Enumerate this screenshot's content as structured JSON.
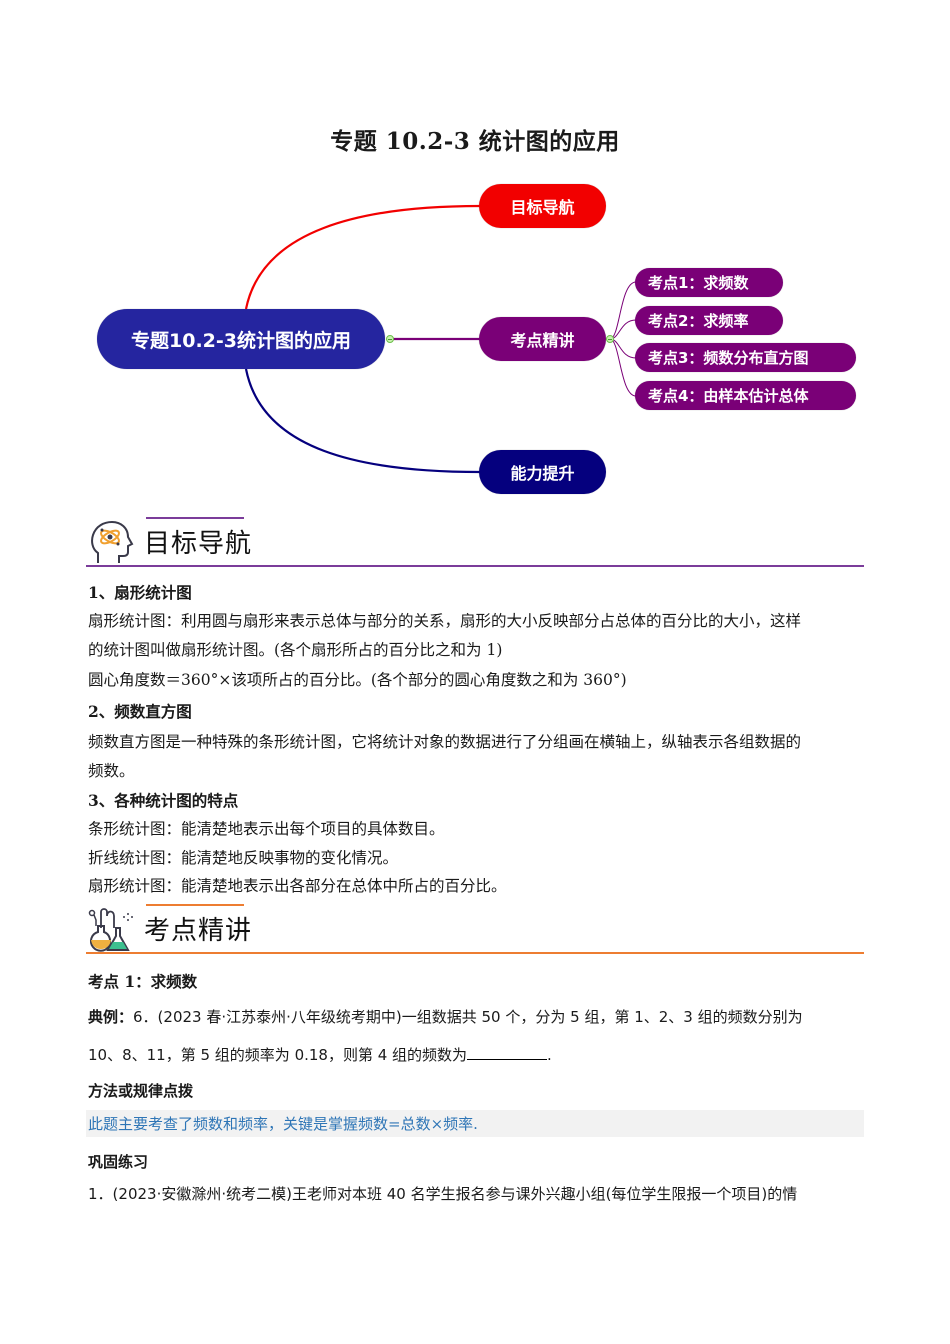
{
  "document": {
    "title": "专题 10.2-3 统计图的应用"
  },
  "mindmap": {
    "root": "专题10.2-3统计图的应用",
    "branches": [
      {
        "label": "目标导航",
        "color": "#f20000"
      },
      {
        "label": "考点精讲",
        "color": "#7a0077",
        "children": [
          "考点1：求频数",
          "考点2：求频率",
          "考点3：频数分布直方图",
          "考点4：由样本估计总体"
        ]
      },
      {
        "label": "能力提升",
        "color": "#05007e"
      }
    ],
    "root_color": "#25259f"
  },
  "section_goals": {
    "icon": "brain-atom-icon",
    "heading": "目标导航",
    "accent": "#7b3c9a",
    "items": [
      {
        "title": "1、扇形统计图",
        "lines": [
          "扇形统计图：利用圆与扇形来表示总体与部分的关系，扇形的大小反映部分占总体的百分比的大小，这样",
          "的统计图叫做扇形统计图。(各个扇形所占的百分比之和为 1)",
          "圆心角度数＝360°×该项所占的百分比。(各个部分的圆心角度数之和为 360°)"
        ]
      },
      {
        "title": "2、频数直方图",
        "lines": [
          "频数直方图是一种特殊的条形统计图，它将统计对象的数据进行了分组画在横轴上，纵轴表示各组数据的",
          "频数。"
        ]
      },
      {
        "title": "3、各种统计图的特点",
        "lines": [
          "条形统计图：能清楚地表示出每个项目的具体数目。",
          "折线统计图：能清楚地反映事物的变化情况。",
          "扇形统计图：能清楚地表示出各部分在总体中所占的百分比。"
        ]
      }
    ]
  },
  "section_points": {
    "icon": "chemistry-flask-icon",
    "heading": "考点精讲",
    "accent": "#ed7d31",
    "point1_title": "考点 1：求频数",
    "example_label": "典例：",
    "example_line1": "6．(2023 春·江苏泰州·八年级统考期中)一组数据共 50 个，分为 5 组，第 1、2、3 组的频数分别为",
    "example_line2": "10、8、11，第 5 组的频率为 0.18，则第 4 组的频数为",
    "example_line2_end": ".",
    "method_title": "方法或规律点拨",
    "method_text": "此题主要考查了频数和频率，关键是掌握频数=总数×频率.",
    "method_color": "#2e75b6",
    "practice_title": "巩固练习",
    "practice_line1": "1．(2023·安徽滁州·统考二模)王老师对本班 40 名学生报名参与课外兴趣小组(每位学生限报一个项目)的情"
  }
}
